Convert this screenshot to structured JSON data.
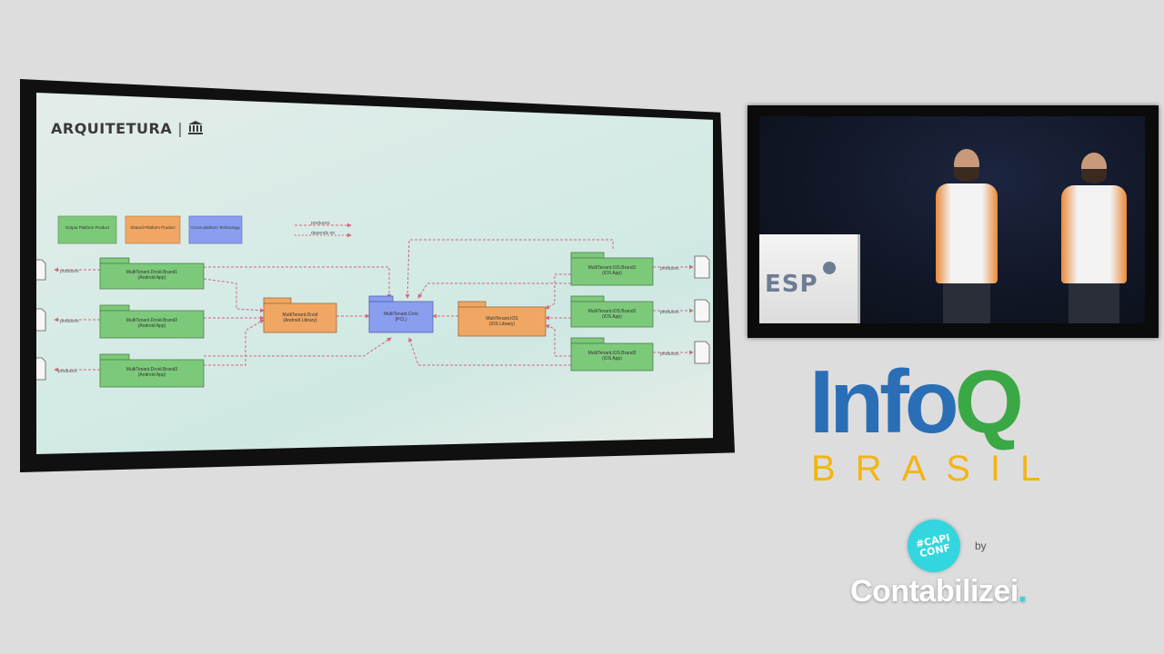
{
  "slide": {
    "title": "ARQUITETURA",
    "separator": "|",
    "legend": [
      {
        "label": "Output Platform Product",
        "color": "#7cc97a"
      },
      {
        "label": "Shared Platform Product",
        "color": "#f0a763"
      },
      {
        "label": "Cross-platform Technology",
        "color": "#8a9ef0"
      }
    ],
    "edge_legend": [
      {
        "label": "produces",
        "color": "#d06a7a"
      },
      {
        "label": "depends on",
        "color": "#d06a7a"
      }
    ],
    "packages": {
      "android_1": "MultiTenant.Droid.Brand1\n(Android App)",
      "android_2": "MultiTenant.Droid.Brand2\n(Android App)",
      "android_3": "MultiTenant.Droid.Brand3\n(Android App)",
      "droid_lib": "MultiTenant.Droid\n(Android Library)",
      "core": "MultiTenant.Core\n(PCL)",
      "ios_lib": "MultiTenant.iOS\n(iOS Library)",
      "ios_1": "MultiTenant.iOS.Brand1\n(iOS App)",
      "ios_2": "MultiTenant.iOS.Brand2\n(iOS App)",
      "ios_3": "MultiTenant.iOS.Brand3\n(iOS App)"
    },
    "produces_label": "produces",
    "colors": {
      "android": "#7cc97a",
      "shared": "#f0a763",
      "core": "#8a9ef0",
      "edge": "#d06a7a"
    }
  },
  "video": {
    "podium_text": "ESP"
  },
  "branding": {
    "infoq_info": "Info",
    "infoq_q": "Q",
    "brasil": "BRASIL",
    "capiconf": "#CAPI\nCONF",
    "by": "by",
    "contabilizei": "Contabilizei",
    "contabilizei_dot": ".",
    "colors": {
      "info_blue": "#2a6fb6",
      "q_green": "#3aa845",
      "brasil_yellow": "#f2b516",
      "capiconf_cyan": "#33d6df"
    }
  }
}
